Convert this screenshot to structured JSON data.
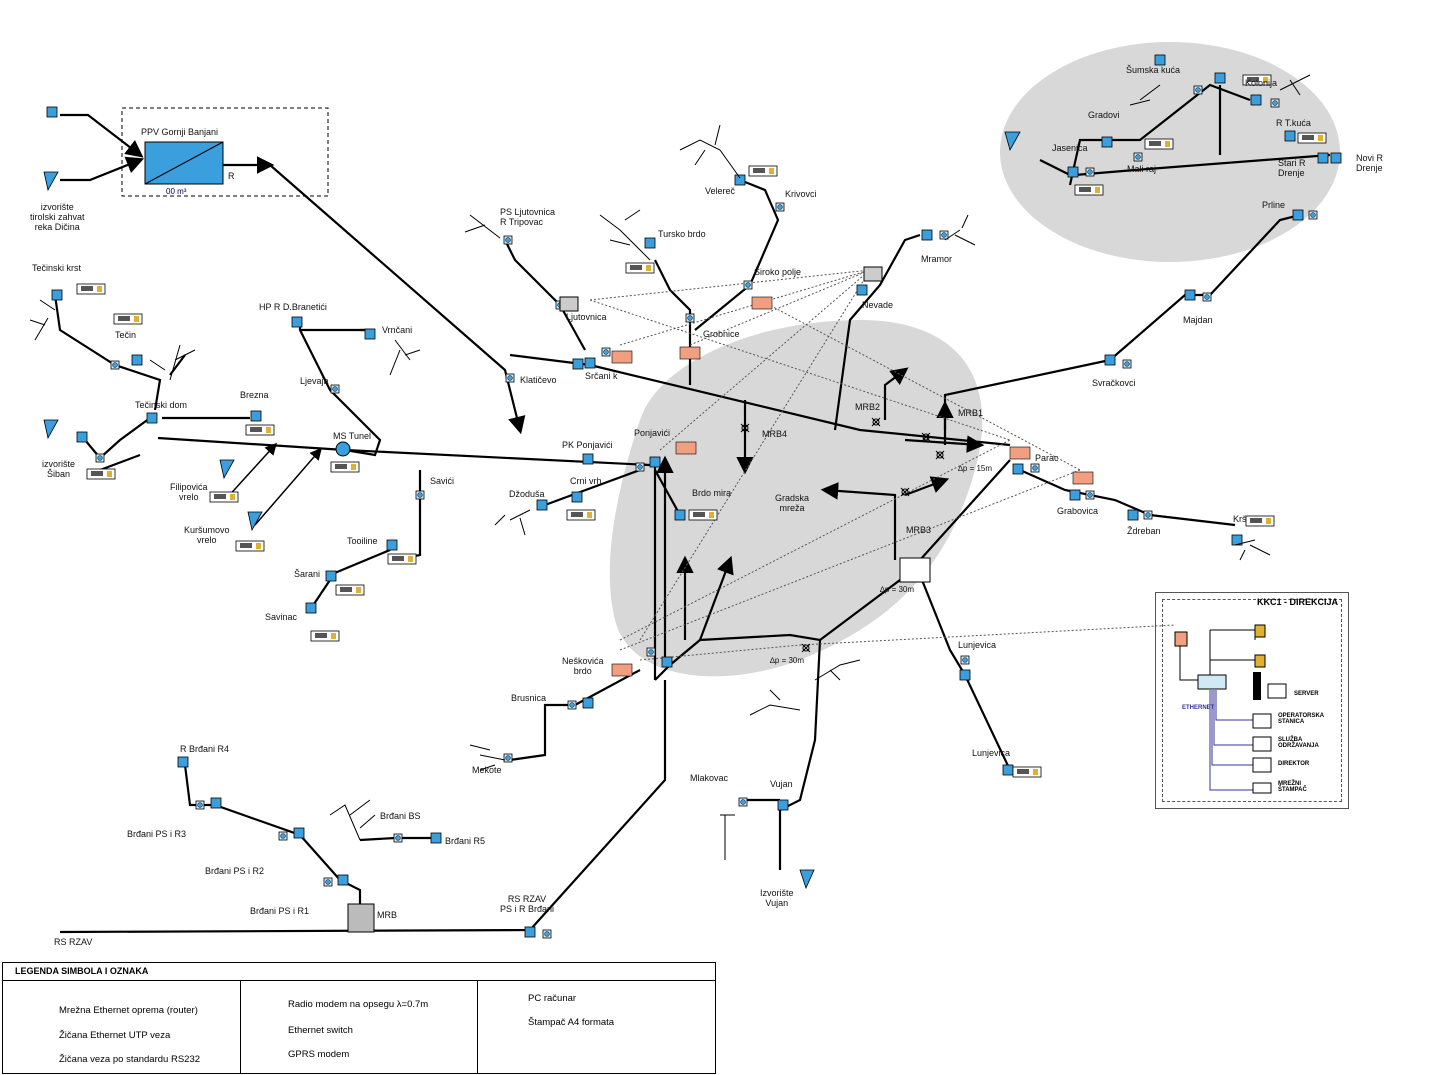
{
  "plant": {
    "name": "PPV Gornji Banjani",
    "capacity": "00 m³",
    "r": "R"
  },
  "nodes": {
    "izvoriste_dicina": "izvorište\ntirolski zahvat\nreka Dičina",
    "tecinski_krst": "Tečinski krst",
    "tecin": "Tečin",
    "tecinski_dom": "Tečinski dom",
    "izvoriste_siban": "izvorište\nŠiban",
    "brezna": "Brezna",
    "filipovica": "Filipovića\nvrelo",
    "kursumovo": "Kuršumovo\nvrelo",
    "hp_branetici": "HP R D.Branetići",
    "vrncani": "Vrnčani",
    "ljevaja": "Ljevaja",
    "ms_tunel": "MS Tunel",
    "savici": "Savići",
    "tooiline": "Tooiline",
    "sarani": "Šarani",
    "savinac": "Savinac",
    "ps_ljutovnica": "PS Ljutovnica\nR Tripovac",
    "ljutovnica": "Ljutovnica",
    "klatičevo": "Klatičevo",
    "srcanik": "Srčani k",
    "tursko_brdo": "Tursko brdo",
    "grobnice": "Grobnice",
    "velerec": "Velereč",
    "krivovci": "Krivovci",
    "siroko_polje": "Široko polje",
    "nevade": "Nevade",
    "mramor": "Mramor",
    "ps_ponjavici": "PK Ponjavići",
    "ponjavici": "Ponjavići",
    "dzodusa": "Džoduša",
    "crni_vrh": "Crni vrh",
    "brdo_mira": "Brdo mira",
    "gradska_mreza": "Gradska\nmreža",
    "mrb1": "MRB1",
    "mrb2": "MRB2",
    "mrb3": "MRB3",
    "mrb4": "MRB4",
    "parac": "Parac",
    "dp15": "∆p = 15m",
    "dp30a": "∆p = 30m",
    "dp30b": "∆p = 30m",
    "grabovica": "Grabovica",
    "zdreban": "Ždreban",
    "krs": "Krš",
    "svrackovci": "Svračkovci",
    "majdan": "Majdan",
    "prline": "Prline",
    "jasenica": "Jasenica",
    "mali_raj": "Mali raj",
    "gradovi": "Gradovi",
    "sumska_kuca": "Šumska kuća",
    "kolonija": "Kolonija",
    "rt_kuca": "R T.kuća",
    "stari_drenje": "Stari R\nDrenje",
    "novi_drenje": "Novi R\nDrenje",
    "neskovica": "Neškovića\nbrdo",
    "brusnica": "Brusnica",
    "mekote": "Mekote",
    "mlakovac": "Mlakovac",
    "vujan": "Vujan",
    "izvoriste_vujan": "Izvorište\nVujan",
    "lunjevica1": "Lunjevica",
    "lunjevica2": "Lunjevica",
    "brdani_r4": "R Brđani R4",
    "brdani_ps_r3": "Brđani PS i R3",
    "brdani_ps_r2": "Brđani PS i R2",
    "brdani_ps_r1": "Brđani PS i R1",
    "brdani_bs": "Brđani BS",
    "brdani_r5": "Brđani R5",
    "mrb": "MRB",
    "rs_rzav_top": "RS RZAV\nPS i R Brđani",
    "rs_rzav": "RS RZAV"
  },
  "kkc": {
    "title": "KKC1 - DIREKCIJA",
    "server": "SERVER",
    "operator": "OPERATORSKA\nSTANICA",
    "odrzavanje": "SLUŽBA\nODRŽAVANJA",
    "direktor": "DIREKTOR",
    "printer": "MREŽNI\nŠTAMPAČ",
    "ethernet": "ETHERNET"
  },
  "legend": {
    "title": "LEGENDA SIMBOLA I OZNAKA",
    "router": "Mrežna Ethernet oprema (router)",
    "utp": "Žičana Ethernet UTP veza",
    "rs232": "Žičana veza po standardu RS232",
    "radio": "Radio modem na opsegu λ=0.7m",
    "switch": "Ethernet switch",
    "gprs": "GPRS modem",
    "pc": "PC računar",
    "printer": "Štampač A4 formata"
  },
  "colors": {
    "node": "#3b9fdd",
    "router": "#f0a080",
    "zone": "#d8d8d8",
    "utp": "#333399"
  }
}
